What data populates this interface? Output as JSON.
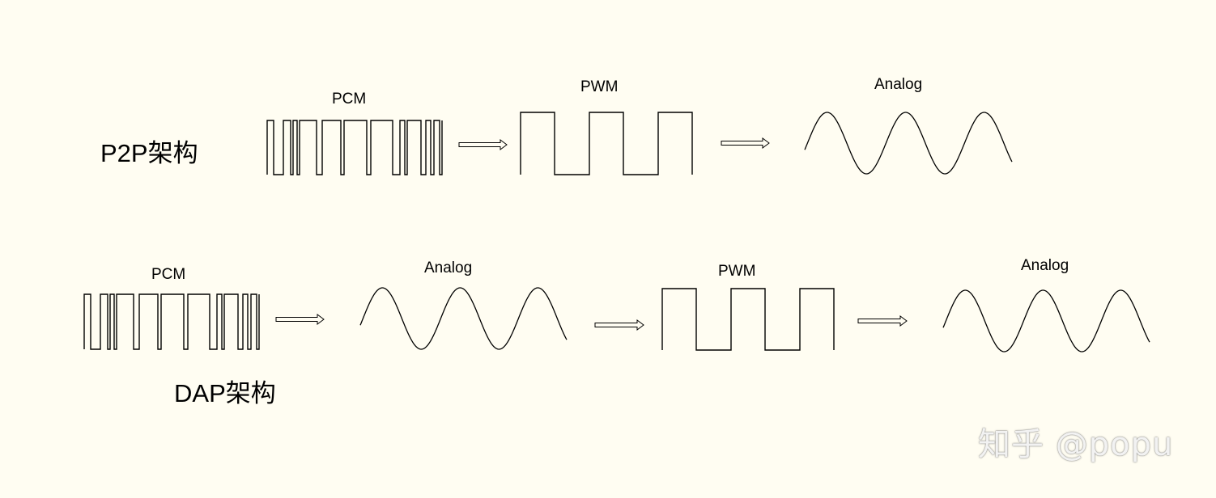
{
  "rows": [
    {
      "architecture_label": "P2P架构",
      "stages": [
        {
          "type": "pcm",
          "label": "PCM"
        },
        {
          "type": "arrow"
        },
        {
          "type": "pwm",
          "label": "PWM"
        },
        {
          "type": "arrow"
        },
        {
          "type": "analog",
          "label": "Analog"
        }
      ]
    },
    {
      "architecture_label": "DAP架构",
      "stages": [
        {
          "type": "pcm",
          "label": "PCM"
        },
        {
          "type": "arrow"
        },
        {
          "type": "analog",
          "label": "Analog"
        },
        {
          "type": "arrow"
        },
        {
          "type": "pwm",
          "label": "PWM"
        },
        {
          "type": "arrow"
        },
        {
          "type": "analog",
          "label": "Analog"
        }
      ]
    }
  ],
  "watermark": "知乎 @popu",
  "colors": {
    "background": "#fffdf2",
    "stroke": "#000000"
  }
}
